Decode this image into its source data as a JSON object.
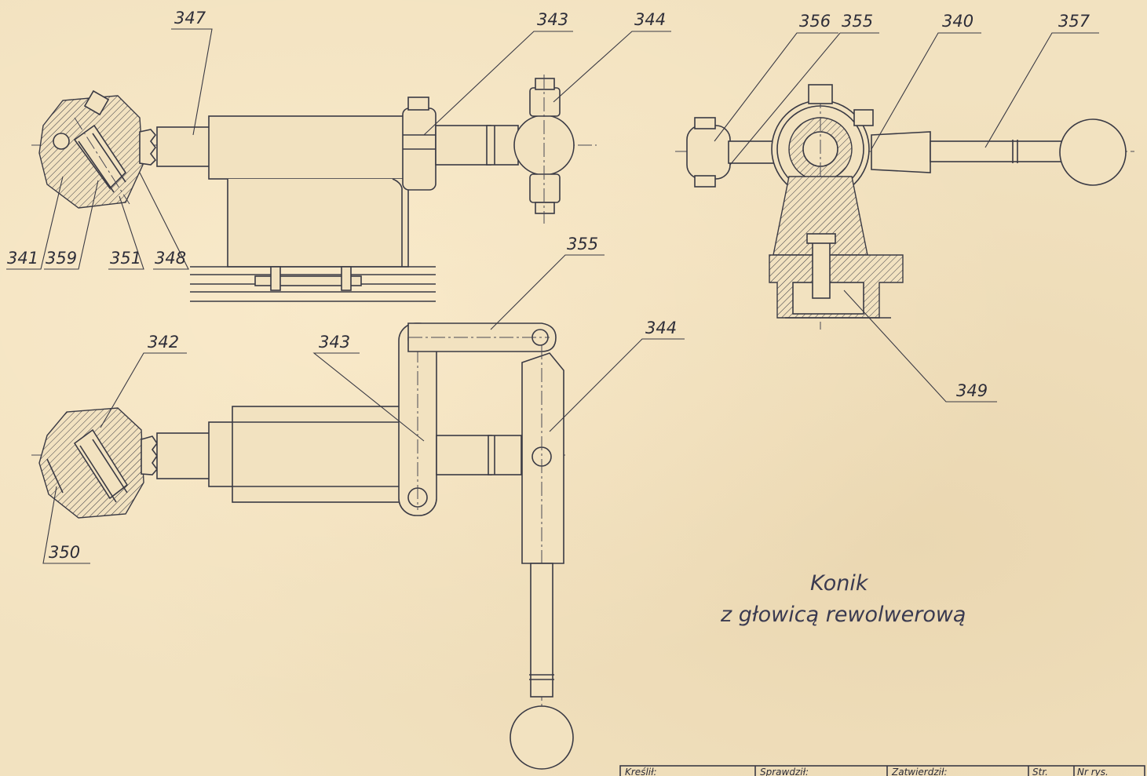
{
  "drawing": {
    "title_line1": "Konik",
    "title_line2": "z głowicą rewolwerową",
    "labels": {
      "l347": "347",
      "l343_top": "343",
      "l344_top": "344",
      "l356": "356",
      "l355_top": "355",
      "l340": "340",
      "l357": "357",
      "l341": "341",
      "l359": "359",
      "l351": "351",
      "l348": "348",
      "l355_mid": "355",
      "l342": "342",
      "l343_mid": "343",
      "l344_mid": "344",
      "l349": "349",
      "l350": "350"
    },
    "title_block": {
      "drew": "Kreślił:",
      "checked": "Sprawdził:",
      "approved": "Zatwierdził:",
      "page": "Str.",
      "figure": "Nr rys."
    }
  }
}
